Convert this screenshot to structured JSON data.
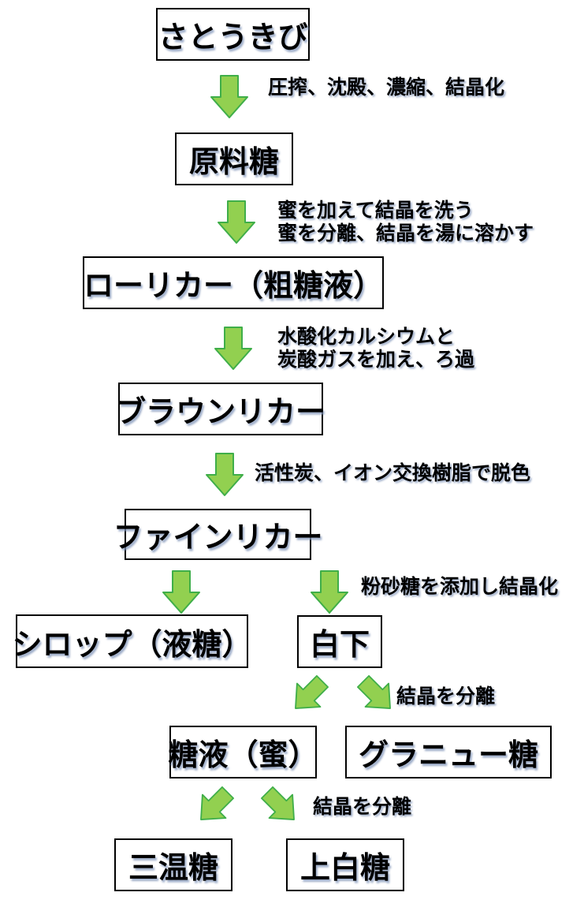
{
  "colors": {
    "arrow-fill": "#92d050",
    "arrow-border": "#3fae49",
    "box-border": "#000000",
    "text-color": "#000000",
    "bg": "#ffffff"
  },
  "flowchart": {
    "nodes": [
      {
        "id": "sugarcane",
        "label": "さとうきび"
      },
      {
        "id": "raw-sugar",
        "label": "原料糖"
      },
      {
        "id": "raw-liquor",
        "label": "ローリカー（粗糖液）"
      },
      {
        "id": "brown-liquor",
        "label": "ブラウンリカー"
      },
      {
        "id": "fine-liquor",
        "label": "ファインリカー"
      },
      {
        "id": "syrup",
        "label": "シロップ（液糖）"
      },
      {
        "id": "shiroshita",
        "label": "白下"
      },
      {
        "id": "sugar-liquid",
        "label": "糖液（蜜）"
      },
      {
        "id": "granulated-sugar",
        "label": "グラニュー糖"
      },
      {
        "id": "sanonto",
        "label": "三温糖"
      },
      {
        "id": "johakuto",
        "label": "上白糖"
      }
    ],
    "edge_labels": [
      {
        "id": "press",
        "text": "圧搾、沈殿、濃縮、結晶化"
      },
      {
        "id": "wash",
        "text": "蜜を加えて結晶を洗う\n蜜を分離、結晶を湯に溶かす"
      },
      {
        "id": "lime",
        "text": "水酸化カルシウムと\n炭酸ガスを加え、ろ過"
      },
      {
        "id": "decolor",
        "text": "活性炭、イオン交換樹脂で脱色"
      },
      {
        "id": "crystallize",
        "text": "粉砂糖を添加し結晶化"
      },
      {
        "id": "separate-1",
        "text": "結晶を分離"
      },
      {
        "id": "separate-2",
        "text": "結晶を分離"
      }
    ]
  }
}
